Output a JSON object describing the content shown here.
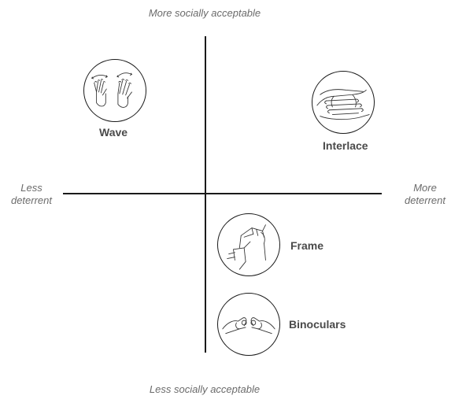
{
  "axes": {
    "top": "More socially acceptable",
    "bottom": "Less socially acceptable",
    "left_line1": "Less",
    "left_line2": "deterrent",
    "right_line1": "More",
    "right_line2": "deterrent"
  },
  "gestures": [
    {
      "label": "Wave",
      "icon": "waving-hands-icon"
    },
    {
      "label": "Interlace",
      "icon": "interlaced-fingers-icon"
    },
    {
      "label": "Frame",
      "icon": "frame-hands-icon"
    },
    {
      "label": "Binoculars",
      "icon": "binocular-hands-icon"
    }
  ],
  "colors": {
    "line": "#1a1a1a",
    "label": "#4a4a4a",
    "axis_text": "#6b6b6b"
  }
}
